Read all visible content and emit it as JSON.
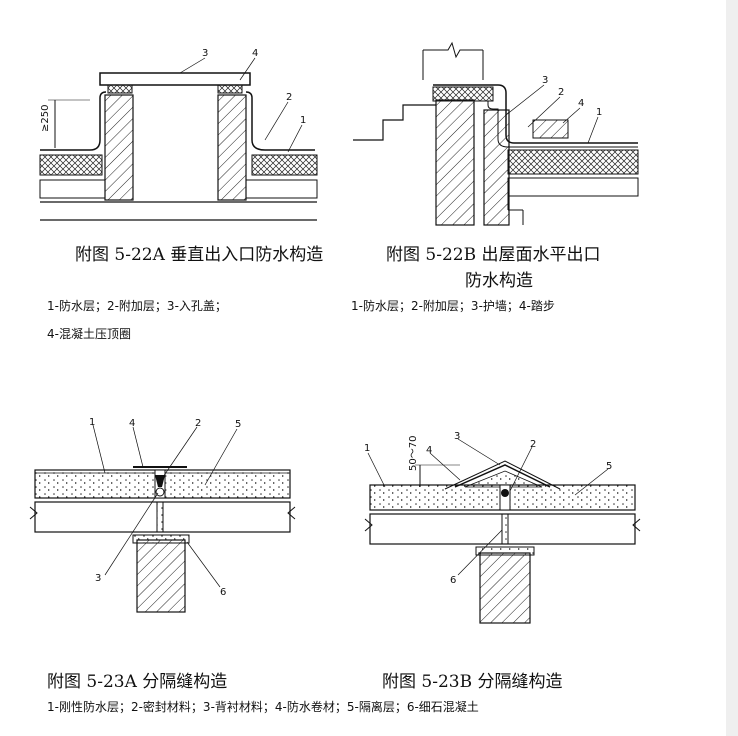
{
  "fig_a": {
    "caption": "附图 5-22A 垂直出入口防水构造",
    "labels": [
      "1",
      "2",
      "3",
      "4"
    ],
    "dim": "≥250"
  },
  "fig_b": {
    "caption_line1": "附图 5-22B 出屋面水平出口",
    "caption_line2": "防水构造",
    "labels": [
      "1",
      "2",
      "3",
      "4"
    ]
  },
  "legend_22a_line1": "1-防水层；2-附加层；3-入孔盖；",
  "legend_22a_line2": "4-混凝土压顶圈",
  "legend_22b": "1-防水层；2-附加层；3-护墙；4-踏步",
  "fig_c": {
    "caption": "附图 5-23A 分隔缝构造",
    "labels": [
      "1",
      "2",
      "3",
      "4",
      "5",
      "6"
    ]
  },
  "fig_d": {
    "caption": "附图 5-23B 分隔缝构造",
    "labels": [
      "1",
      "2",
      "3",
      "4",
      "5",
      "6"
    ],
    "dim": "50～70"
  },
  "legend_23": "1-刚性防水层；2-密封材料；3-背衬材料；4-防水卷材；5-隔离层；6-细石混凝土"
}
